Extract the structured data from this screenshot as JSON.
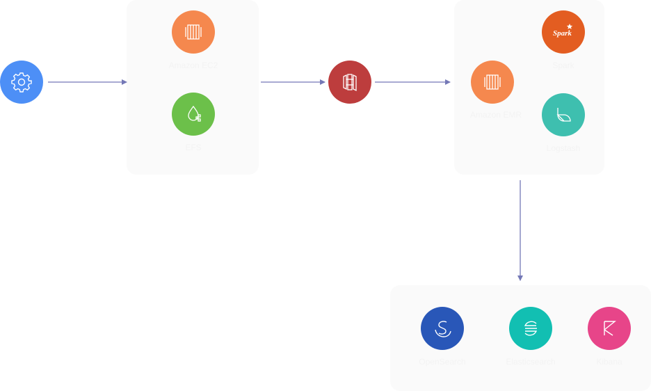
{
  "nodes": {
    "source": {
      "icon": "gear-icon",
      "color": "#4d8ff6"
    },
    "ec2": {
      "label": "Amazon EC2",
      "icon": "ec2-server-icon",
      "color": "#f5884e"
    },
    "efs": {
      "label": "EFS",
      "icon": "water-drop-icon",
      "color": "#6cc04a"
    },
    "kinesis": {
      "icon": "kinesis-stream-icon",
      "color": "#bd3d3d"
    },
    "emr": {
      "label": "Amazon EMR",
      "icon": "emr-server-icon",
      "color": "#f5884e"
    },
    "spark": {
      "label": "Spark",
      "icon": "spark-logo-icon",
      "color": "#e35d21"
    },
    "logstash": {
      "label": "Logstash",
      "icon": "logstash-icon",
      "color": "#3ebfaf"
    },
    "opensearch": {
      "label": "OpenSearch",
      "icon": "opensearch-icon",
      "color": "#2957b8"
    },
    "elasticsearch": {
      "label": "Elasticsearch",
      "icon": "elasticsearch-icon",
      "color": "#12bfb2"
    },
    "kibana": {
      "label": "Kibana",
      "icon": "kibana-icon",
      "color": "#e74589"
    }
  },
  "spark_logo_text": "Spark",
  "colors": {
    "arrow": "#7478b6",
    "group_bg": "#fafafa",
    "label": "#f3f3f3"
  }
}
